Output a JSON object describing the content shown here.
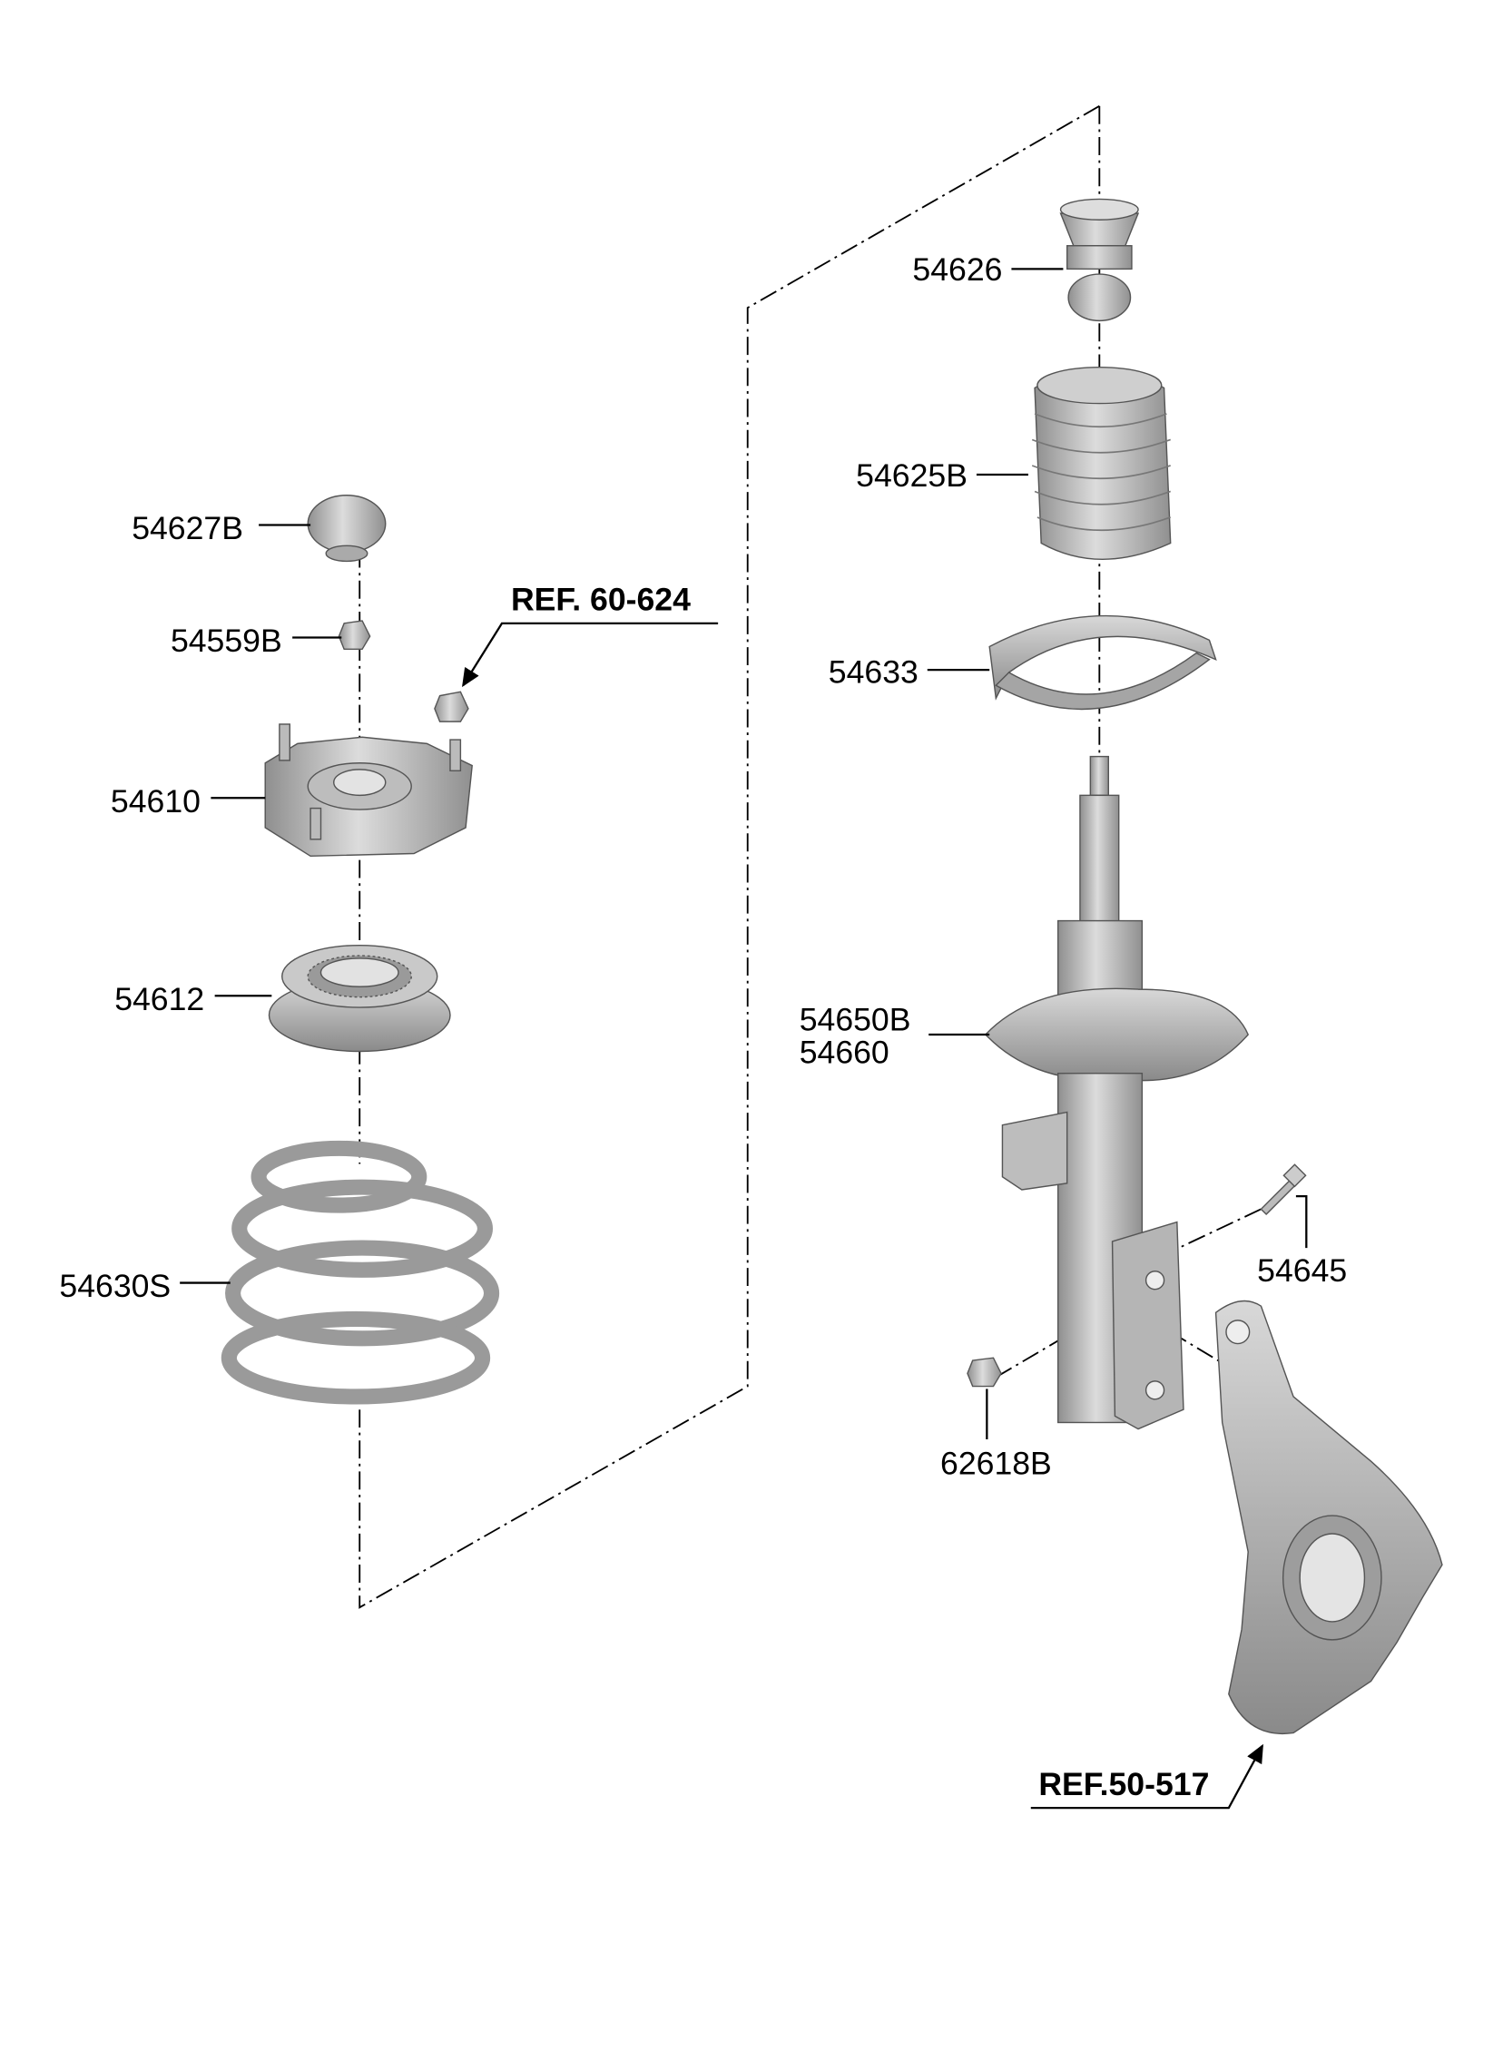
{
  "diagram": {
    "labels": {
      "p54626": "54626",
      "p54625B": "54625B",
      "p54633": "54633",
      "p54650B": "54650B",
      "p54660": "54660",
      "p54645": "54645",
      "p62618B": "62618B",
      "p54627B": "54627B",
      "p54559B": "54559B",
      "p54610": "54610",
      "p54612": "54612",
      "p54630S": "54630S"
    },
    "references": {
      "ref_upper": "REF. 60-624",
      "ref_lower": "REF.50-517"
    },
    "colors": {
      "part_fill": "#c8c8c8",
      "part_shade": "#8f8f8f",
      "line": "#000000"
    }
  }
}
